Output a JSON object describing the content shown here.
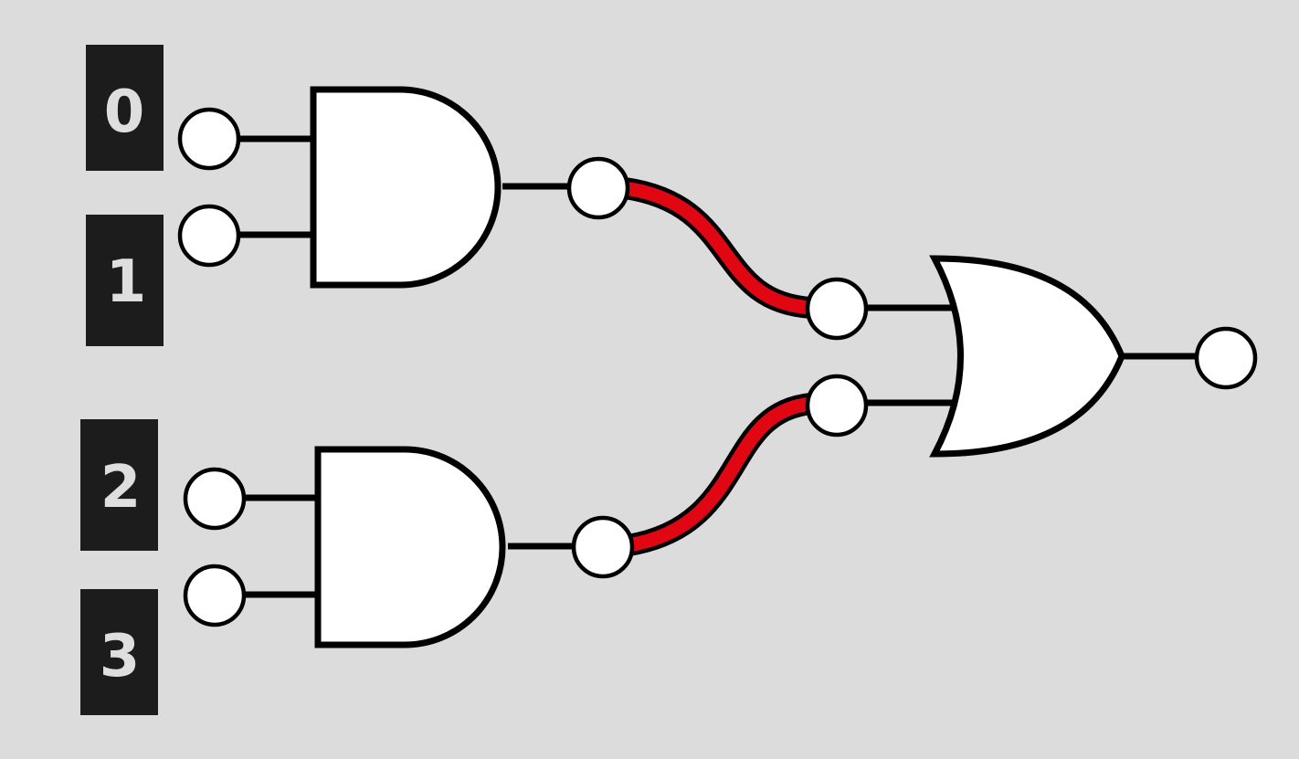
{
  "colors": {
    "background": "#dcdcdc",
    "label_bg": "#1c1c1c",
    "label_text": "#dedede",
    "gate_fill": "#ffffff",
    "outline": "#000000",
    "connection": "#e00713"
  },
  "inputs": [
    {
      "label": "0"
    },
    {
      "label": "1"
    },
    {
      "label": "2"
    },
    {
      "label": "3"
    }
  ],
  "gates": [
    {
      "type": "AND",
      "icon": "and-gate-icon"
    },
    {
      "type": "AND",
      "icon": "and-gate-icon"
    },
    {
      "type": "OR",
      "icon": "or-gate-icon"
    }
  ],
  "connections": [
    {
      "from": "and-gate-1-output",
      "to": "or-gate-input-a",
      "color": "#e00713"
    },
    {
      "from": "and-gate-2-output",
      "to": "or-gate-input-b",
      "color": "#e00713"
    }
  ]
}
